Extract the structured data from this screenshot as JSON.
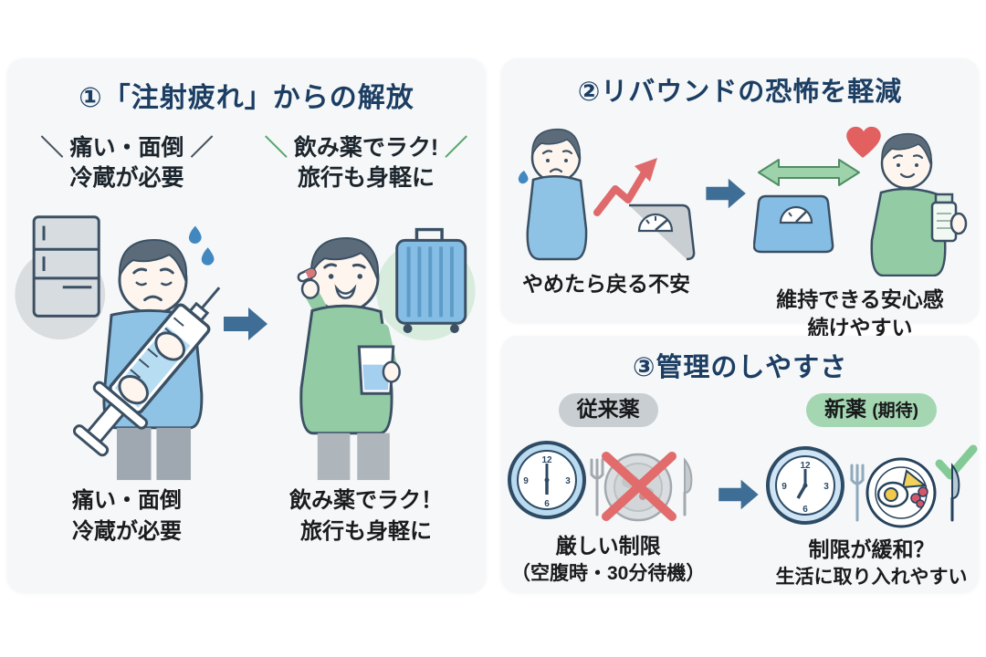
{
  "panel1": {
    "title": "①「注射疲れ」からの解放",
    "note_before": {
      "open": "＼",
      "line1": "痛い・面倒",
      "close": "／",
      "line2": "冷蔵が必要"
    },
    "note_after": {
      "open": "＼",
      "line1": "飲み薬でラク!",
      "close": "／",
      "line2": "旅行も身軽に"
    },
    "caption_before": {
      "line1": "痛い・面倒",
      "line2": "冷蔵が必要"
    },
    "caption_after": {
      "line1": "飲み薬でラク！",
      "line2": "旅行も身軽に"
    }
  },
  "panel2": {
    "title": "②リバウンドの恐怖を軽減",
    "caption_before": "やめたら戻る不安",
    "caption_after": {
      "line1": "維持できる安心感",
      "line2": "続けやすい"
    }
  },
  "panel3": {
    "title": "③管理のしやすさ",
    "badge_before": "従来薬",
    "badge_after": {
      "main": "新薬",
      "sub": "(期待)"
    },
    "caption_before": {
      "line1": "厳しい制限",
      "line2": "（空腹時・30分待機）"
    },
    "caption_after": {
      "line1": "制限が緩和？",
      "line2": "生活に取り入れやすい"
    }
  },
  "clock": {
    "n12": "12",
    "n3": "3",
    "n6": "6",
    "n9": "9"
  },
  "icons": {
    "fridge": "refrigerator",
    "syringe": "syringe",
    "suitcase": "suitcase",
    "pill_glass": "pill-and-water-glass",
    "scale_up": "weight-scale-with-rising-arrow",
    "scale_stable": "weight-scale-with-heart",
    "meal_forbidden": "clock-and-crossed-out-meal",
    "meal_ok": "clock-and-meal-with-check"
  },
  "colors": {
    "title_navy": "#1c3e63",
    "text_black": "#1b1b1d",
    "card_bg": "#f5f7f8",
    "arrow_blue": "#3e6d96",
    "negative_red": "#e26b6b",
    "heart_red": "#e2605f",
    "positive_green": "#84ca96",
    "green_arrow": "#9ed2aa",
    "badge_gray": "#c9ced3",
    "badge_green": "#a3d6b1",
    "sweater_blue": "#8fc3e6",
    "sweater_green": "#93cba4",
    "scale_blue": "#85bde4",
    "note_slash_green": "#57a56c"
  }
}
